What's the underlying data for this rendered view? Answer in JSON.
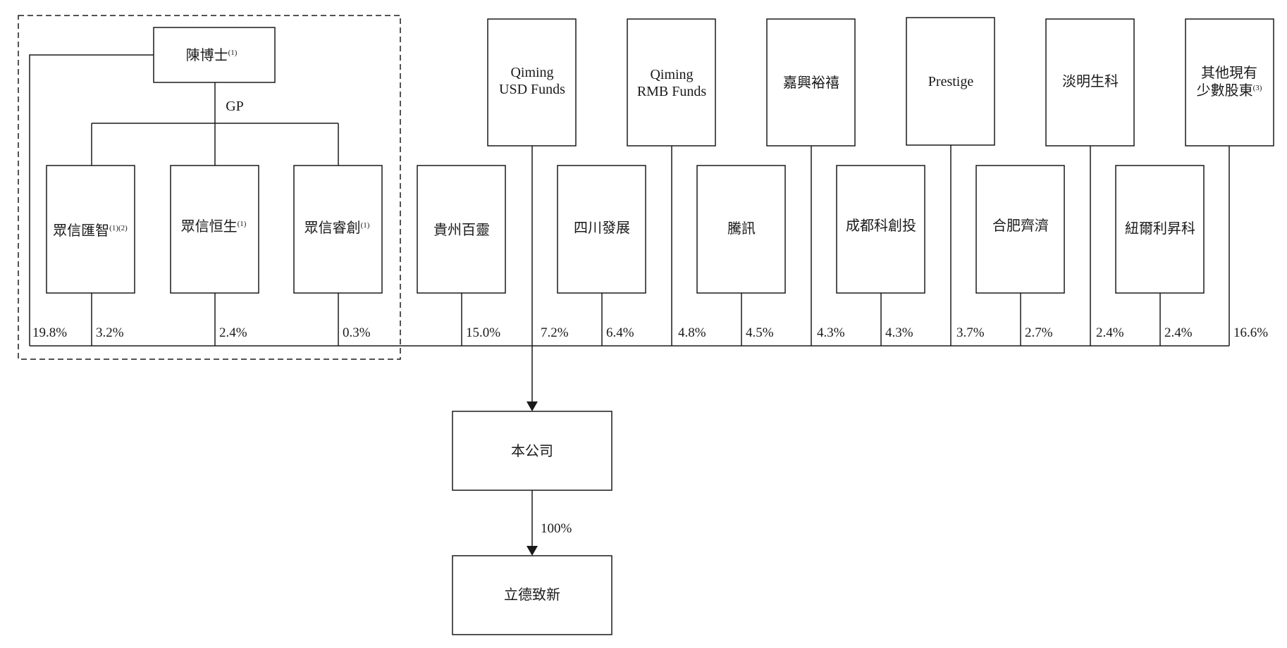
{
  "top_entities": {
    "chen": {
      "name": "陳博士",
      "note": "(1)"
    },
    "qiming_usd": {
      "line1": "Qiming",
      "line2": "USD Funds"
    },
    "qiming_rmb": {
      "line1": "Qiming",
      "line2": "RMB Funds"
    },
    "jiaxing": {
      "name": "嘉興裕禧"
    },
    "prestige": {
      "name": "Prestige"
    },
    "danming": {
      "name": "淡明生科"
    },
    "others": {
      "line1": "其他現有",
      "line2": "少數股東",
      "note": "(3)"
    }
  },
  "gp_label": "GP",
  "middle_entities": {
    "zxhz": {
      "name": "眾信匯智",
      "note": "(1)(2)"
    },
    "zxhs": {
      "name": "眾信恒生",
      "note": "(1)"
    },
    "zxrc": {
      "name": "眾信睿創",
      "note": "(1)"
    },
    "guizhou": {
      "name": "貴州百靈"
    },
    "sichuan": {
      "name": "四川發展"
    },
    "tencent": {
      "name": "騰訊"
    },
    "chengdu": {
      "name": "成都科創投"
    },
    "hefei": {
      "name": "合肥齊濟"
    },
    "newell": {
      "name": "紐爾利昇科"
    }
  },
  "percentages": {
    "chen": "19.8%",
    "zxhz": "3.2%",
    "zxhs": "2.4%",
    "zxrc": "0.3%",
    "guizhou": "15.0%",
    "qiming_usd": "7.2%",
    "sichuan": "6.4%",
    "qiming_rmb": "4.8%",
    "tencent": "4.5%",
    "jiaxing": "4.3%",
    "chengdu": "4.3%",
    "prestige": "3.7%",
    "hefei": "2.7%",
    "danming": "2.4%",
    "newell": "2.4%",
    "others": "16.6%"
  },
  "company": {
    "name": "本公司"
  },
  "subsidiary": {
    "name": "立德致新",
    "ownership": "100%"
  }
}
